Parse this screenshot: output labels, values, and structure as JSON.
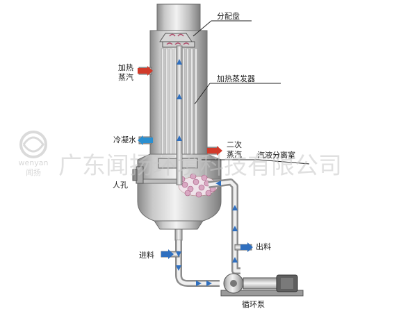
{
  "labels": {
    "distribution_plate": "分配盘",
    "heating_steam_line1": "加热",
    "heating_steam_line2": "蒸汽",
    "heating_evaporator": "加热蒸发器",
    "cooling_water": "冷凝水",
    "secondary_steam_line1": "二次",
    "secondary_steam_line2": "蒸汽",
    "separation_chamber": "汽液分离室",
    "manhole": "人孔",
    "feed": "进料",
    "discharge": "出料",
    "circulation_pump": "循环泵"
  },
  "watermark": {
    "company": "广东闻扬环境科技有限公司",
    "logo_text_en": "wenyan",
    "logo_text_cn": "闻扬"
  },
  "colors": {
    "steam_arrow": "#d23a2a",
    "water_arrow": "#2a8fd0",
    "flow_arrow": "#2f6fbf",
    "vessel_light": "#e6e6e6",
    "vessel_dark": "#8c8c8c",
    "label_text": "#1a1a1a",
    "watermark": "#c8c8c8"
  }
}
